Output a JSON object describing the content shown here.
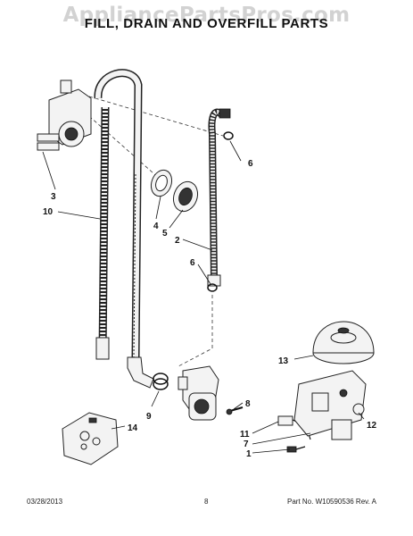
{
  "watermark": "AppliancePartsPros.com",
  "title": "FILL, DRAIN AND OVERFILL PARTS",
  "callouts": {
    "c1": "1",
    "c2": "2",
    "c3": "3",
    "c4": "4",
    "c5": "5",
    "c6a": "6",
    "c6b": "6",
    "c7": "7",
    "c8": "8",
    "c9": "9",
    "c10": "10",
    "c11": "11",
    "c12": "12",
    "c13": "13",
    "c14": "14"
  },
  "footer": {
    "date": "03/28/2013",
    "page": "8",
    "part_number": "Part No. W10590536  Rev. A"
  }
}
